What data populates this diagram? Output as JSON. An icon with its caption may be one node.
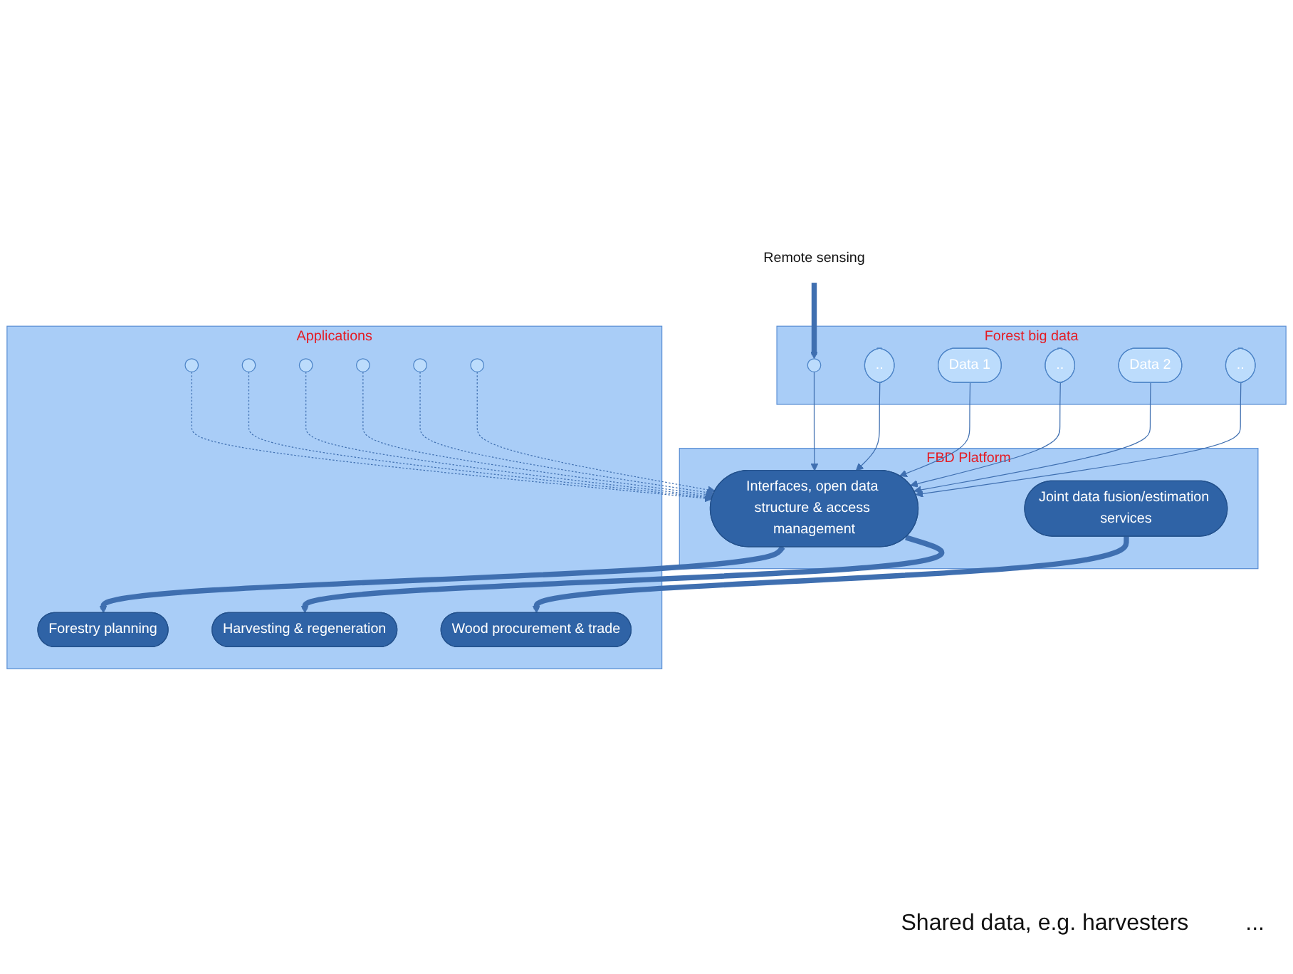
{
  "diagram": {
    "nodes": [
      {
        "text": [
          "Forest big data"
        ]
      },
      {
        "text": [],
        "shape": "ellipse",
        "in": 0
      },
      {
        "text": [
          ".."
        ],
        "in": 0
      },
      {
        "text": [
          "Data 1"
        ],
        "in": 0
      },
      {
        "text": [
          ".."
        ],
        "in": 0
      },
      {
        "text": [
          "Data 2"
        ],
        "in": 0
      },
      {
        "text": [
          ".."
        ],
        "in": 0
      },
      {
        "text": [
          "Remote sensing"
        ]
      },
      {
        "text": [
          "FBD Platform"
        ]
      },
      {
        "text": [
          "Interfaces, open data structure & access management"
        ],
        "in": 8
      },
      {
        "text": [
          "Joint data fusion/estimation services"
        ],
        "in": 8
      },
      {
        "text": [
          "Applications"
        ]
      },
      {
        "text": [
          "Forestry planning"
        ],
        "in": 11
      },
      {
        "text": [
          "Wood procurement & trade"
        ],
        "in": 11
      },
      {
        "text": [
          "Harvesting & regeneration"
        ],
        "in": 11
      },
      {
        "text": [],
        "shape": "ellipse",
        "in": 11
      },
      {
        "text": [],
        "shape": "ellipse",
        "in": 11
      },
      {
        "text": [],
        "shape": "ellipse",
        "in": 11
      },
      {
        "text": [],
        "shape": "ellipse",
        "in": 11
      },
      {
        "text": [],
        "shape": "ellipse",
        "in": 11
      },
      {
        "text": [],
        "shape": "ellipse",
        "in": 11
      }
    ],
    "edges": [
      {
        "from": 7,
        "to": 1,
        "arrow": "to",
        "style": "thick"
      },
      {
        "from": 1,
        "to": 9,
        "arrow": "to"
      },
      {
        "from": 2,
        "to": 9,
        "arrow": "to"
      },
      {
        "from": 3,
        "to": 9,
        "arrow": "to"
      },
      {
        "from": 4,
        "to": 9,
        "arrow": "to"
      },
      {
        "from": 5,
        "to": 9,
        "arrow": "to"
      },
      {
        "from": 6,
        "to": 9,
        "arrow": "to"
      },
      {
        "from": 9,
        "to": 12,
        "arrow": "to",
        "style": "thick"
      },
      {
        "from": 10,
        "to": 13,
        "arrow": "to",
        "style": "thick"
      },
      {
        "from": 9,
        "to": 14,
        "arrow": "to",
        "style": "thick"
      },
      {
        "from": 15,
        "to": 9,
        "arrow": "to",
        "style": "dashed"
      },
      {
        "from": 16,
        "to": 9,
        "arrow": "to",
        "style": "dashed"
      },
      {
        "from": 17,
        "to": 9,
        "arrow": "to",
        "style": "dashed"
      },
      {
        "from": 18,
        "to": 9,
        "arrow": "to",
        "style": "dashed"
      },
      {
        "from": 19,
        "to": 9,
        "arrow": "to",
        "style": "dashed"
      },
      {
        "from": 20,
        "to": 9,
        "arrow": "to",
        "style": "dashed"
      }
    ],
    "labels": [
      "Shared data, e.g. harvesters",
      "..."
    ]
  }
}
